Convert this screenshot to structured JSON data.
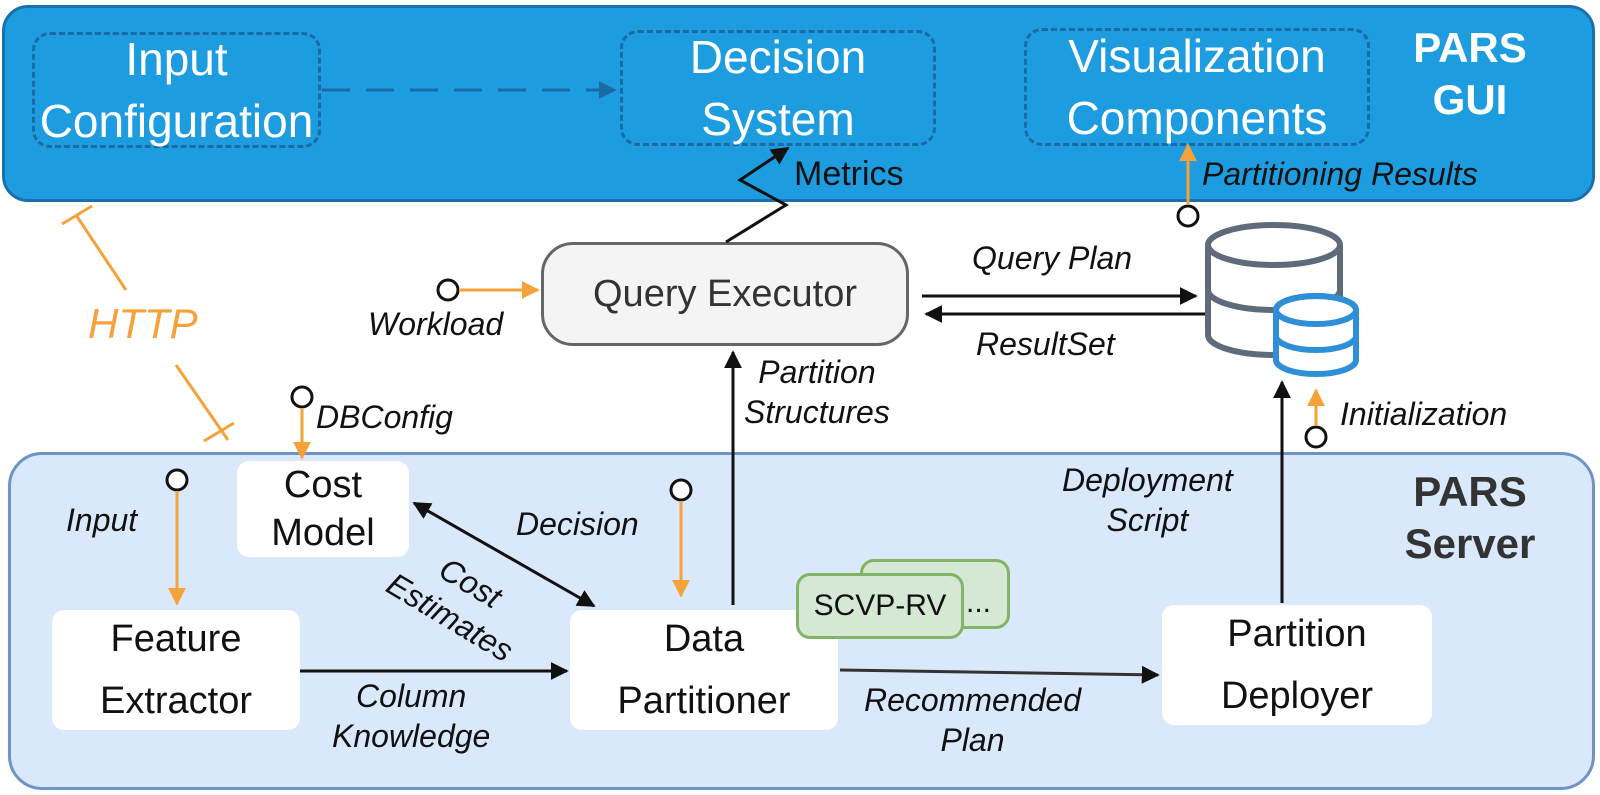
{
  "gui": {
    "title": "PARS\nGUI",
    "input_configuration": "Input\nConfiguration",
    "decision_system": "Decision\nSystem",
    "visualization_components": "Visualization\nComponents"
  },
  "server": {
    "title": "PARS\nServer",
    "cost_model": "Cost\nModel",
    "feature_extractor": "Feature\nExtractor",
    "data_partitioner": "Data\nPartitioner",
    "partition_deployer": "Partition\nDeployer",
    "strategy_label": "SCVP-RV",
    "strategy_more": "..."
  },
  "query_executor": "Query Executor",
  "labels": {
    "http": "HTTP",
    "metrics": "Metrics",
    "partitioning_results": "Partitioning Results",
    "workload": "Workload",
    "query_plan": "Query Plan",
    "result_set": "ResultSet",
    "partition_structures": "Partition\nStructures",
    "initialization": "Initialization",
    "db_config": "DBConfig",
    "input": "Input",
    "decision": "Decision",
    "deployment_script": "Deployment\nScript",
    "cost_estimates": "Cost\nEstimates",
    "column_knowledge": "Column\nKnowledge",
    "recommended_plan": "Recommended\nPlan"
  },
  "colors": {
    "gui_fill": "#1d9ddf",
    "server_fill": "#dae8fb",
    "orange": "#f5a23a",
    "strategy_fill": "#d5e8d4",
    "db_gray": "#5f6b7a",
    "db_blue": "#2f8fd6"
  }
}
